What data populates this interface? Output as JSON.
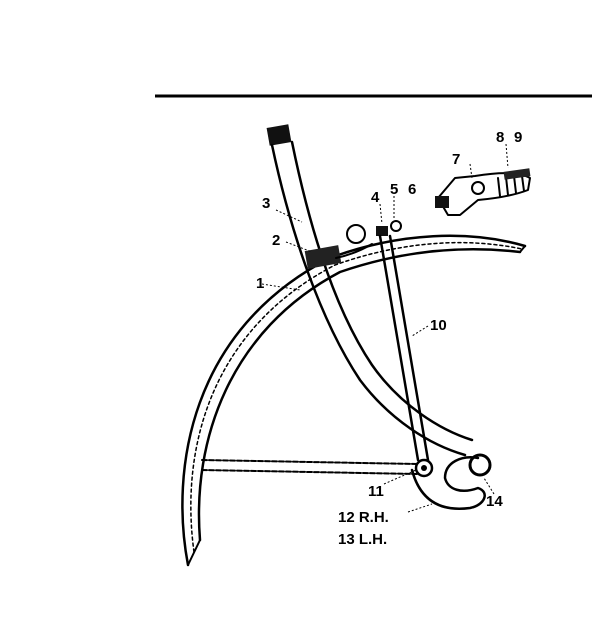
{
  "callouts": {
    "c1": "1",
    "c2": "2",
    "c3": "3",
    "c4": "4",
    "c5": "5",
    "c6": "6",
    "c7": "7",
    "c8": "8",
    "c9": "9",
    "c10": "10",
    "c11": "11",
    "c12": "12 R.H.",
    "c13": "13 L.H.",
    "c14": "14"
  }
}
